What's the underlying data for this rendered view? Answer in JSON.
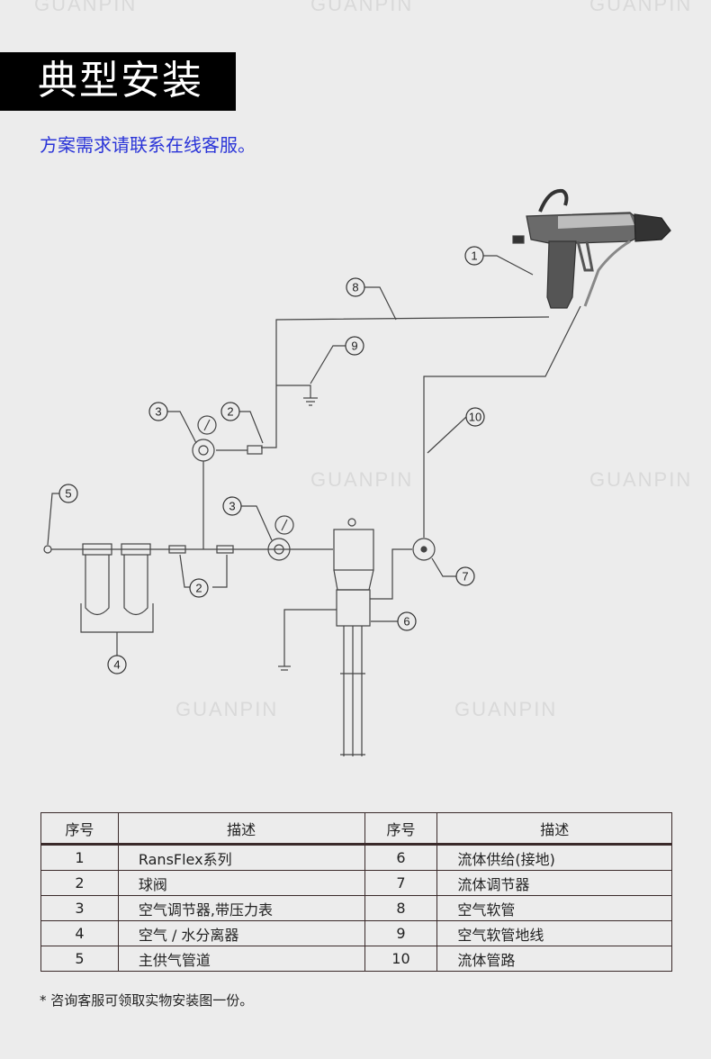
{
  "header": {
    "title": "典型安装",
    "subtitle": "方案需求请联系在线客服。"
  },
  "watermark": "GUANPIN",
  "diagram": {
    "callouts": {
      "gun": "1",
      "air_hose": "8",
      "air_ground": "9",
      "valve_top": "2",
      "regulator_top": "3",
      "fluid_hose": "10",
      "main_supply": "5",
      "regulator_mid": "3",
      "valves_low": "2",
      "fluid_regulator": "7",
      "fluid_supply": "6",
      "separator": "4"
    }
  },
  "table": {
    "headers": [
      "序号",
      "描述",
      "序号",
      "描述"
    ],
    "rows": [
      {
        "n1": "1",
        "d1": "RansFlex系列",
        "n2": "6",
        "d2": "流体供给(接地)"
      },
      {
        "n1": "2",
        "d1": "球阀",
        "n2": "7",
        "d2": "流体调节器"
      },
      {
        "n1": "3",
        "d1": "空气调节器,带压力表",
        "n2": "8",
        "d2": "空气软管"
      },
      {
        "n1": "4",
        "d1": "空气 / 水分离器",
        "n2": "9",
        "d2": "空气软管地线"
      },
      {
        "n1": "5",
        "d1": "主供气管道",
        "n2": "10",
        "d2": "流体管路"
      }
    ]
  },
  "footnote": "* 咨询客服可领取实物安装图一份。",
  "colors": {
    "accent": "#2a34d8",
    "background": "#ececec",
    "title_bg": "#000000"
  }
}
